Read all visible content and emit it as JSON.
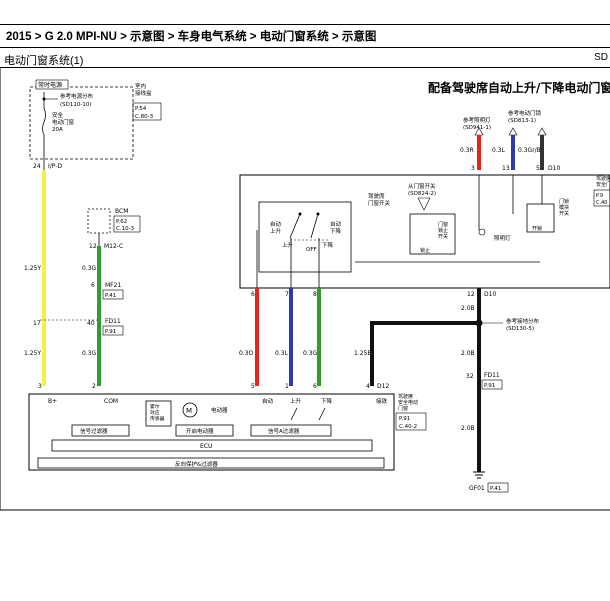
{
  "header": {
    "breadcrumb": "2015 > G 2.0 MPI-NU > 示意图 > 车身电气系统 > 电动门窗系统 > 示意图",
    "section_title": "电动门窗系统(1)",
    "page_code": "SD"
  },
  "diagram": {
    "title": "配备驾驶席自动上升/下降电动门窗(",
    "fuse_box": {
      "label": "常时电源",
      "ref_title": "参考电源分布",
      "ref_code": "(SD110-10)",
      "fuse_type": "安全",
      "fuse_name": "电动门窗",
      "fuse_rating": "20A",
      "junction": "室内\n接线盒",
      "page": "P.54",
      "conn": "C.80-3"
    },
    "bcm": {
      "label": "BCM",
      "page": "P.62",
      "conn": "C.10-3"
    },
    "pins": {
      "left_top": "24",
      "left_top_conn": "I/P-D",
      "m12": "12",
      "m12_conn": "M12-C",
      "mf21": "6",
      "mf21_conn": "MF21",
      "mf21_page": "P.41",
      "fd11_left": "40",
      "fd11_left_conn": "FD11",
      "fd11_left_page": "P.91",
      "left_17": "17",
      "bottom_3a": "3",
      "bottom_2": "2",
      "bottom_5": "5",
      "bottom_1": "1",
      "bottom_6": "6",
      "bottom_4": "4",
      "d12_conn": "D12",
      "sw_6": "6",
      "sw_7": "7",
      "sw_8": "8",
      "d10_12": "12",
      "d10_conn": "D10",
      "right_32": "32",
      "right_fd11": "FD11",
      "right_fd11_page": "P.91",
      "top_3": "3",
      "top_13": "13",
      "top_5": "5",
      "top_d10": "D10"
    },
    "wires": {
      "yellow": "1.25Y",
      "green": "0.3G",
      "red": "0.3O",
      "blue": "0.3L",
      "green2": "0.3G",
      "black": "1.25B",
      "right_black": "2.0B",
      "top_r": "0.3R",
      "top_l": "0.3L",
      "top_gb": "0.3Gr/B"
    },
    "refs": {
      "illum_title": "参考照明灯",
      "illum_code": "(SD941-1)",
      "lock_title": "参考电动门锁",
      "lock_code": "(SD813-1)",
      "ground_title": "参考接地分布",
      "ground_code": "(SD130-5)",
      "sd824_title": "从门窗开关",
      "sd824_code": "(SD824-2)"
    },
    "switch_box": {
      "title": "驾驶席\n电动门窗开关",
      "main_title": "驾驶席门窗开关",
      "auto_up": "自动\n上升",
      "auto_down": "自动\n下降",
      "off": "OFF",
      "up": "上升",
      "down": "下降",
      "lock_sw": "门窗\n锁止\n开关",
      "lock": "锁止",
      "illum": "照明灯",
      "door_module": "门锁\n模块\n开关",
      "unlock": "开锁",
      "right_side": "驾驶席\n安全门锁",
      "right_page": "P.9",
      "right_conn": "C.40"
    },
    "module": {
      "b_plus": "B+",
      "com": "COM",
      "signal_filter_1": "信号过滤器",
      "hall_sensor": "霍尔\n效应\n传感器",
      "motor_circuit": "开启电动器",
      "motor_label": "M",
      "motor_name": "电动器",
      "signal_filter_2": "信号A过滤器",
      "ecu": "ECU",
      "reverse_circuit": "反向保护&过滤器",
      "auto": "自动",
      "up": "上升",
      "down": "下降",
      "ground": "接铁",
      "title": "驾驶席\n安全电动\n门窗",
      "page": "P.91",
      "conn": "C.40-2"
    },
    "ground": {
      "label": "GF01",
      "page": "P.41"
    },
    "colors": {
      "yellow": "#f6ef4c",
      "green": "#2e9e2e",
      "red": "#e8231f",
      "blue": "#2d3aa8",
      "black": "#111111"
    }
  }
}
